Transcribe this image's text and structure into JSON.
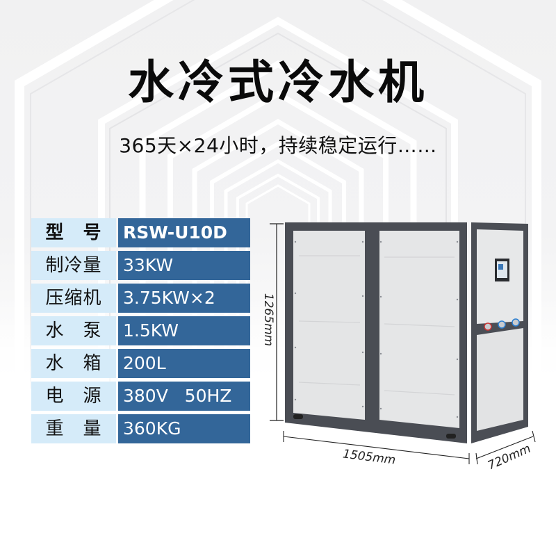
{
  "header": {
    "title": "水冷式冷水机",
    "subtitle": "365天×24小时，持续稳定运行……"
  },
  "specs": {
    "rows": [
      {
        "label": "型　号",
        "value": "RSW-U10D"
      },
      {
        "label": "制冷量",
        "value": "33KW"
      },
      {
        "label": "压缩机",
        "value": "3.75KW×2"
      },
      {
        "label": "水　泵",
        "value": "1.5KW"
      },
      {
        "label": "水　箱",
        "value": "200L"
      },
      {
        "label": "电　源",
        "value": "380V   50HZ"
      },
      {
        "label": "重　量",
        "value": "360KG"
      }
    ]
  },
  "product": {
    "name": "water-cooled-chiller-unit",
    "dimensions": {
      "height": "1265mm",
      "width": "1505mm",
      "depth": "720mm"
    }
  },
  "colors": {
    "label_bg": "#d5ebf9",
    "value_bg": "#336699",
    "frame": "#4a4d54",
    "panel": "#e4e5e6"
  }
}
